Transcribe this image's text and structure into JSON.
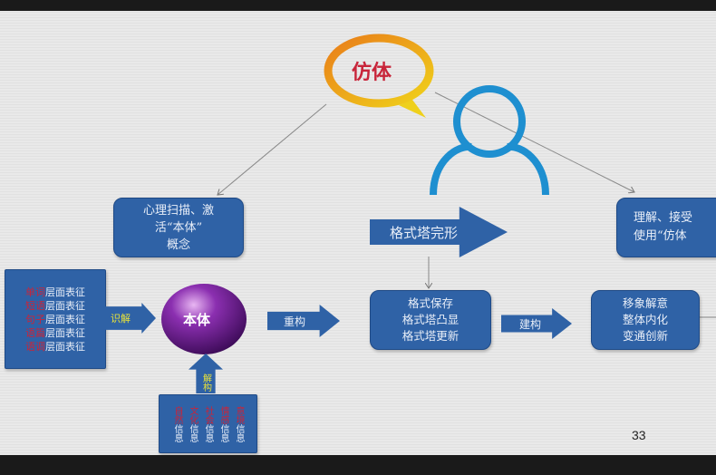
{
  "bubble": {
    "label": "仿体"
  },
  "concept_box": {
    "lines": [
      "心理扫描、激",
      "活“本体”",
      "概念"
    ]
  },
  "gestalt_arrow": {
    "label": "格式塔完形"
  },
  "understand_box": {
    "lines": [
      "理解、接受",
      "使用“仿体"
    ]
  },
  "left_box": {
    "rows": [
      {
        "key": "单词",
        "rest": "层面表征"
      },
      {
        "key": "短语",
        "rest": "层面表征"
      },
      {
        "key": "句子",
        "rest": "层面表征"
      },
      {
        "key": "语篇",
        "rest": "层面表征"
      },
      {
        "key": "语调",
        "rest": "层面表征"
      }
    ]
  },
  "construe_arrow": {
    "label": "识解"
  },
  "sphere": {
    "label": "本体"
  },
  "deconstruct_arrow": {
    "label": "解构"
  },
  "info_box": {
    "columns": [
      {
        "top": "自然",
        "bottom": "信息"
      },
      {
        "top": "文化",
        "bottom": "信息"
      },
      {
        "top": "社会",
        "bottom": "信息"
      },
      {
        "top": "情感",
        "bottom": "信息"
      },
      {
        "top": "意境",
        "bottom": "信息"
      }
    ]
  },
  "reconstruct_arrow": {
    "label": "重构"
  },
  "gestalt_box": {
    "lines": [
      "格式保存",
      "格式塔凸显",
      "格式塔更新"
    ]
  },
  "build_arrow": {
    "label": "建构"
  },
  "result_box": {
    "lines": [
      "移象解意",
      "整体内化",
      "变通创新"
    ]
  },
  "page_number": "33",
  "colors": {
    "box": "#2f62a6",
    "accent_red": "#c8253a",
    "accent_yellow": "#e8e23a",
    "person": "#1e8fd0",
    "sphere": "#6a1f8c"
  }
}
